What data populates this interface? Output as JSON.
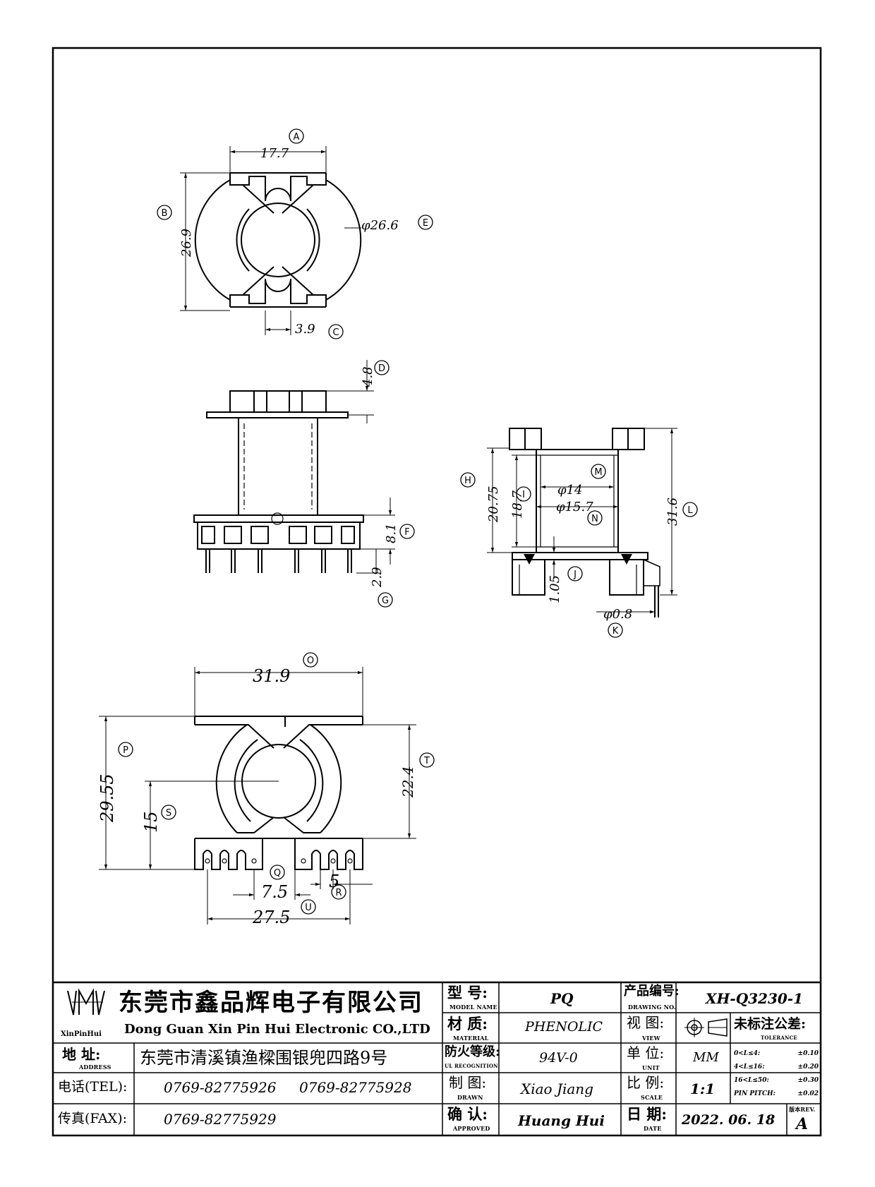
{
  "drawing": {
    "top_view": {
      "width": "17.7",
      "width_tag": "A",
      "height": "26.9",
      "height_tag": "B",
      "slot": "3.9",
      "slot_tag": "C",
      "diameter": "φ26.6",
      "diameter_tag": "E"
    },
    "side_view": {
      "flange_h": "4.8",
      "flange_tag": "D",
      "base_h": "8.1",
      "base_tag": "F",
      "pin_len": "2.9",
      "pin_tag": "G"
    },
    "section_view": {
      "h_inner": "20.75",
      "h_inner_tag": "H",
      "h_winding": "18.7",
      "h_winding_tag": "I",
      "d_inner": "φ14",
      "d_inner_tag": "M",
      "d_outer": "φ15.7",
      "d_outer_tag": "N",
      "total_h": "31.6",
      "total_tag": "L",
      "gap": "1.05",
      "gap_tag": "J",
      "pin_dia": "φ0.8",
      "pin_dia_tag": "K"
    },
    "bottom_view": {
      "width": "31.9",
      "width_tag": "O",
      "height": "29.55",
      "height_tag": "P",
      "center": "15",
      "center_tag": "S",
      "inner_h": "22.4",
      "inner_tag": "T",
      "pitch_a": "7.5",
      "pitch_a_tag": "Q",
      "pitch_b": "5",
      "pitch_b_tag": "R",
      "span": "27.5",
      "span_tag": "U"
    }
  },
  "title_block": {
    "logo_text": "XinPinHui",
    "company_cn": "东莞市鑫品辉电子有限公司",
    "company_en": "Dong Guan Xin Pin Hui Electronic CO.,LTD",
    "address_label": "地  址:",
    "address_label_en": "ADDRESS",
    "address": "东莞市清溪镇渔樑围银兜四路9号",
    "tel_label": "电话(TEL):",
    "tel1": "0769-82775926",
    "tel2": "0769-82775928",
    "fax_label": "传真(FAX):",
    "fax": "0769-82775929",
    "model_label": "型  号:",
    "model_label_en": "MODEL NAME",
    "model": "PQ",
    "material_label": "材  质:",
    "material_label_en": "MATERIAL",
    "material": "PHENOLIC",
    "flame_label": "防火等级:",
    "flame_label_en": "UL RECOGNITION",
    "flame": "94V-0",
    "drawn_label": "制  图:",
    "drawn_label_en": "DRAWN",
    "drawn": "Xiao Jiang",
    "approved_label": "确  认:",
    "approved_label_en": "APPROVED",
    "approved": "Huang Hui",
    "drawing_no_label": "产品编号:",
    "drawing_no_label_en": "DRAWING NO.",
    "drawing_no": "XH-Q3230-1",
    "view_label": "视  图:",
    "view_label_en": "VIEW",
    "unit_label": "单  位:",
    "unit_label_en": "UNIT",
    "unit": "MM",
    "scale_label": "比  例:",
    "scale_label_en": "SCALE",
    "scale": "1:1",
    "date_label": "日  期:",
    "date_label_en": "DATE",
    "date": "2022. 06. 18",
    "tolerance_label": "未标注公差:",
    "tolerance_label_en": "TOLERANCE",
    "tolerances": [
      {
        "range": "0<L≤4:",
        "value": "±0.10"
      },
      {
        "range": "4<L≤16:",
        "value": "±0.20"
      },
      {
        "range": "16<L≤50:",
        "value": "±0.30"
      },
      {
        "range": "PIN PITCH:",
        "value": "±0.02"
      }
    ],
    "rev_label": "版本REV.",
    "rev": "A"
  }
}
